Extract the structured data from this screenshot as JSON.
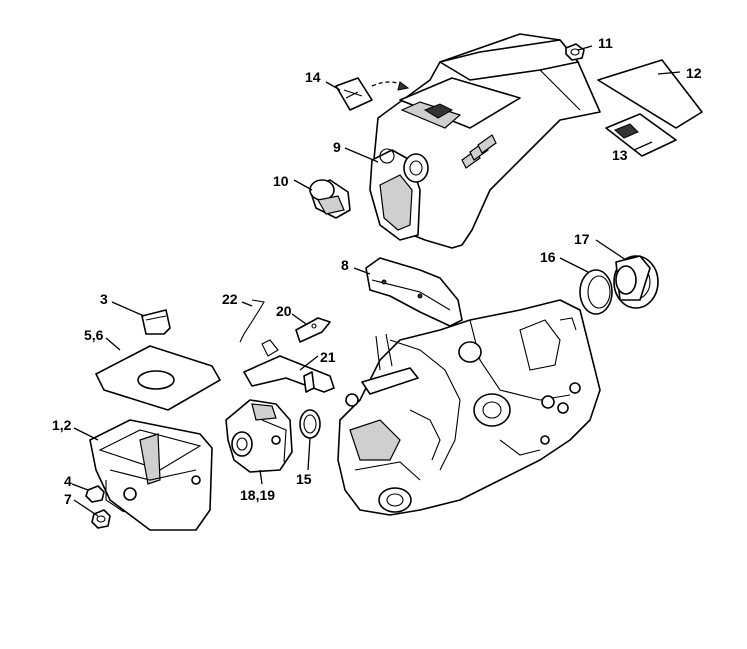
{
  "callouts": {
    "c1_2": "1,2",
    "c3": "3",
    "c4": "4",
    "c5_6": "5,6",
    "c7": "7",
    "c8": "8",
    "c9": "9",
    "c10": "10",
    "c11": "11",
    "c12": "12",
    "c13": "13",
    "c14": "14",
    "c15": "15",
    "c16": "16",
    "c17": "17",
    "c18_19": "18,19",
    "c20": "20",
    "c21": "21",
    "c22": "22"
  }
}
